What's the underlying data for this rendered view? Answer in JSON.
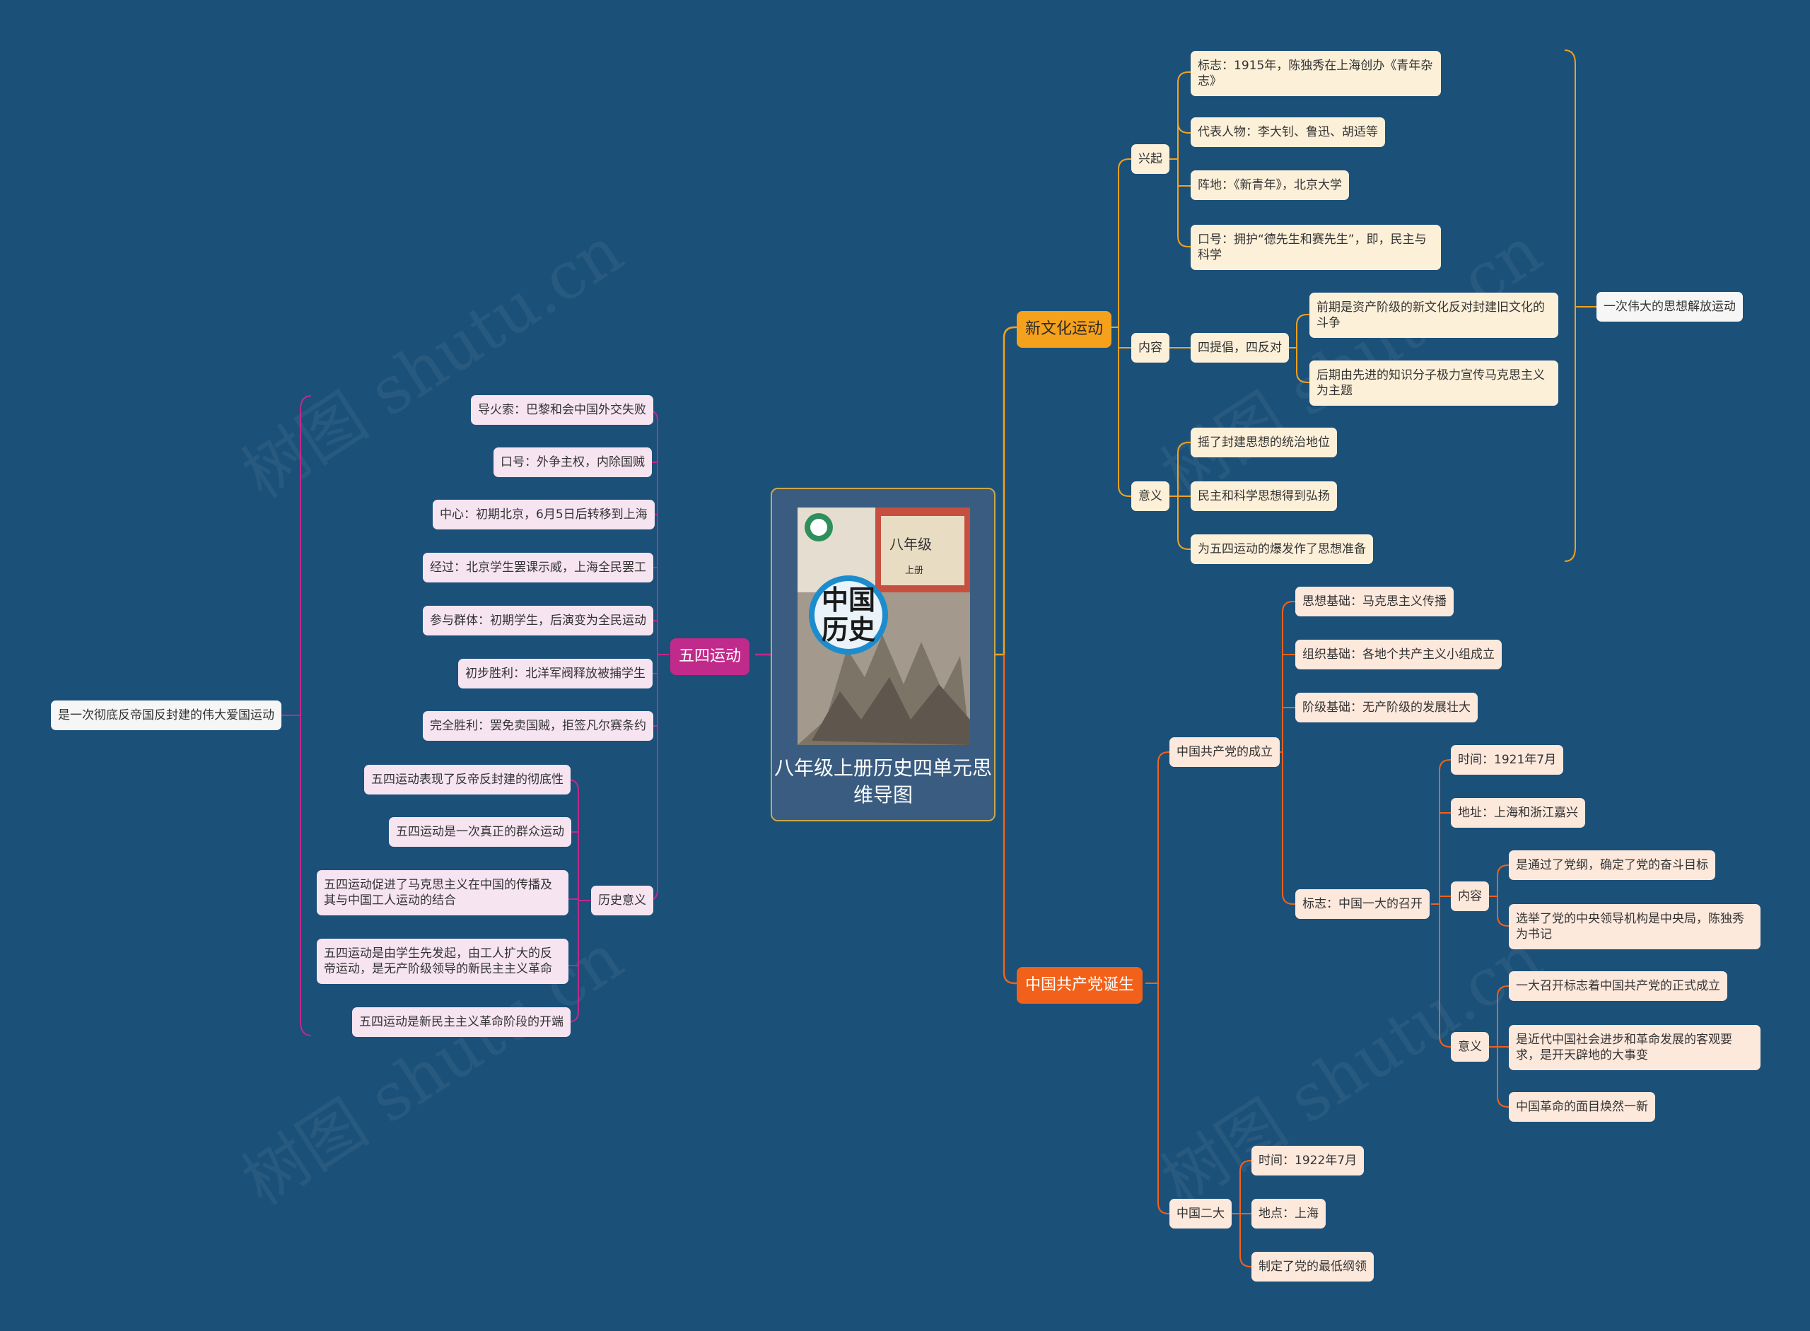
{
  "center": {
    "title": "八年级上册历史四单元思维导图",
    "cover_title": "中国历史",
    "cover_grade": "八年级",
    "cover_volume": "上册"
  },
  "watermark": "树图 shutu.cn",
  "xinwenhua": {
    "label": "新文化运动",
    "summary": "一次伟大的思想解放运动",
    "xingqi": {
      "label": "兴起",
      "items": [
        "标志：1915年，陈独秀在上海创办《青年杂志》",
        "代表人物：李大钊、鲁迅、胡适等",
        "阵地：《新青年》，北京大学",
        "口号：拥护“德先生和赛先生”，即，民主与科学"
      ]
    },
    "neirong": {
      "label": "内容",
      "sub": "四提倡，四反对",
      "items": [
        "前期是资产阶级的新文化反对封建旧文化的斗争",
        "后期由先进的知识分子极力宣传马克思主义为主题"
      ]
    },
    "yiyi": {
      "label": "意义",
      "items": [
        "摇了封建思想的统治地位",
        "民主和科学思想得到弘扬",
        "为五四运动的爆发作了思想准备"
      ]
    }
  },
  "wusi": {
    "label": "五四运动",
    "summary": "是一次彻底反帝国反封建的伟大爱国运动",
    "items": [
      "导火索：巴黎和会中国外交失败",
      "口号：外争主权，内除国贼",
      "中心：初期北京，6月5日后转移到上海",
      "经过：北京学生罢课示威，上海全民罢工",
      "参与群体：初期学生，后演变为全民运动",
      "初步胜利：北洋军阀释放被捕学生",
      "完全胜利：罢免卖国贼，拒签凡尔赛条约"
    ],
    "lishi": {
      "label": "历史意义",
      "items": [
        "五四运动表现了反帝反封建的彻底性",
        "五四运动是一次真正的群众运动",
        "五四运动促进了马克思主义在中国的传播及其与中国工人运动的结合",
        "五四运动是由学生先发起，由工人扩大的反帝运动，是无产阶级领导的新民主主义革命",
        "五四运动是新民主主义革命阶段的开端"
      ]
    }
  },
  "gcd": {
    "label": "中国共产党诞生",
    "chengli": {
      "label": "中国共产党的成立",
      "items": [
        "思想基础：马克思主义传播",
        "组织基础：各地个共产主义小组成立",
        "阶级基础：无产阶级的发展壮大"
      ],
      "biaozhi": {
        "label": "标志：中国一大的召开",
        "time": "时间：1921年7月",
        "place": "地址：上海和浙江嘉兴",
        "neirong": {
          "label": "内容",
          "items": [
            "是通过了党纲，确定了党的奋斗目标",
            "选举了党的中央领导机构是中央局，陈独秀为书记"
          ]
        },
        "yiyi": {
          "label": "意义",
          "items": [
            "一大召开标志着中国共产党的正式成立",
            "是近代中国社会进步和革命发展的客观要求，是开天辟地的大事变",
            "中国革命的面目焕然一新"
          ]
        }
      }
    },
    "erda": {
      "label": "中国二大",
      "items": [
        "时间：1922年7月",
        "地点：上海",
        "制定了党的最低纲领"
      ]
    }
  }
}
